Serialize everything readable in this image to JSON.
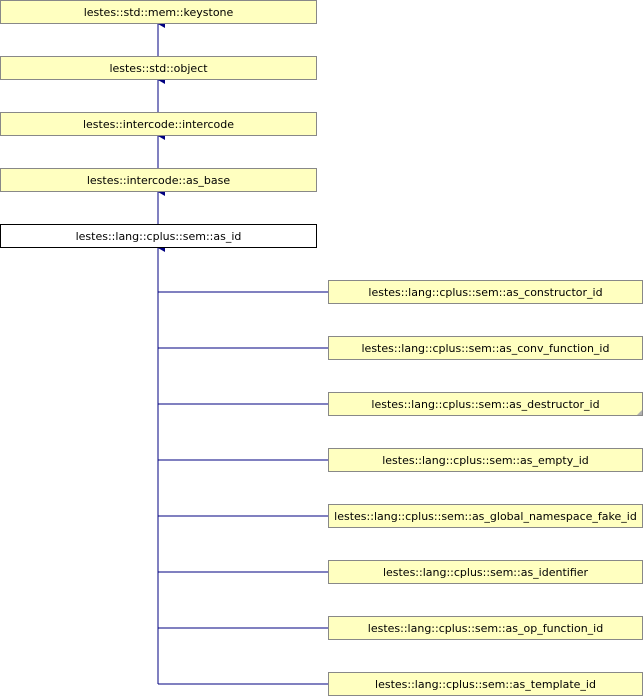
{
  "colors": {
    "node_fill": "#ffffc0",
    "current_fill": "#ffffff",
    "edge": "#000080",
    "node_border": "#888888"
  },
  "nodes": {
    "keystone": "lestes::std::mem::keystone",
    "object": "lestes::std::object",
    "intercode": "lestes::intercode::intercode",
    "as_base": "lestes::intercode::as_base",
    "as_id": "lestes::lang::cplus::sem::as_id",
    "as_constructor_id": "lestes::lang::cplus::sem::as_constructor_id",
    "as_conv_function_id": "lestes::lang::cplus::sem::as_conv_function_id",
    "as_destructor_id": "lestes::lang::cplus::sem::as_destructor_id",
    "as_empty_id": "lestes::lang::cplus::sem::as_empty_id",
    "as_global_namespace_fake_id": "lestes::lang::cplus::sem::as_global_namespace_fake_id",
    "as_identifier": "lestes::lang::cplus::sem::as_identifier",
    "as_op_function_id": "lestes::lang::cplus::sem::as_op_function_id",
    "as_template_id": "lestes::lang::cplus::sem::as_template_id"
  }
}
